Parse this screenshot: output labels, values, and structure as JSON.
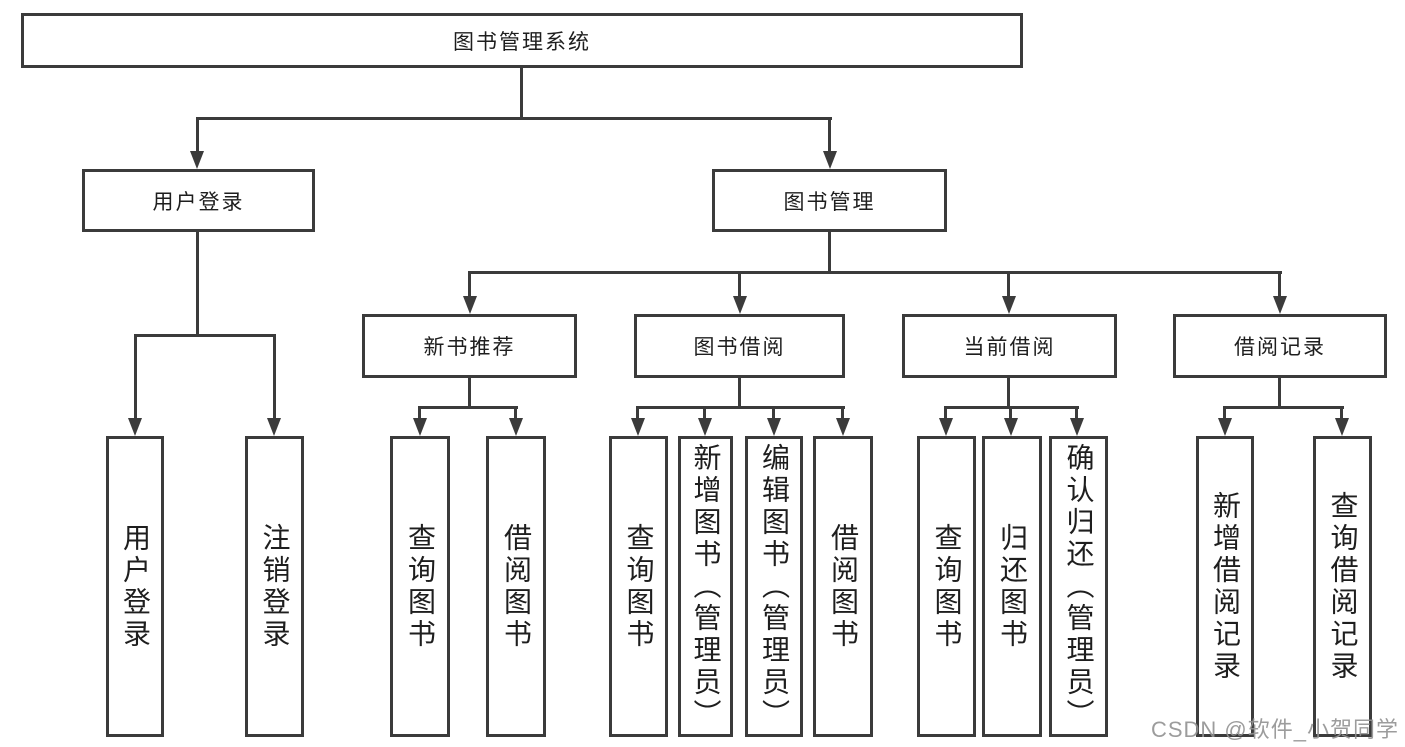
{
  "diagram_type": "hierarchy-tree",
  "colors": {
    "line": "#3b3b3b",
    "node_border": "#3b3b3b",
    "node_bg": "#ffffff",
    "text": "#1e1e1e",
    "watermark": "#919191",
    "background": "#ffffff"
  },
  "tree": {
    "label": "图书管理系统",
    "children": [
      {
        "label": "用户登录",
        "children": [
          {
            "label": "用户登录"
          },
          {
            "label": "注销登录"
          }
        ]
      },
      {
        "label": "图书管理",
        "children": [
          {
            "label": "新书推荐",
            "children": [
              {
                "label": "查询图书"
              },
              {
                "label": "借阅图书"
              }
            ]
          },
          {
            "label": "图书借阅",
            "children": [
              {
                "label": "查询图书"
              },
              {
                "label": "新增图书（管理员）"
              },
              {
                "label": "编辑图书（管理员）"
              },
              {
                "label": "借阅图书"
              }
            ]
          },
          {
            "label": "当前借阅",
            "children": [
              {
                "label": "查询图书"
              },
              {
                "label": "归还图书"
              },
              {
                "label": "确认归还（管理员）"
              }
            ]
          },
          {
            "label": "借阅记录",
            "children": [
              {
                "label": "新增借阅记录"
              },
              {
                "label": "查询借阅记录"
              }
            ]
          }
        ]
      }
    ]
  },
  "watermark": {
    "text": "CSDN @软件_小贺同学"
  }
}
